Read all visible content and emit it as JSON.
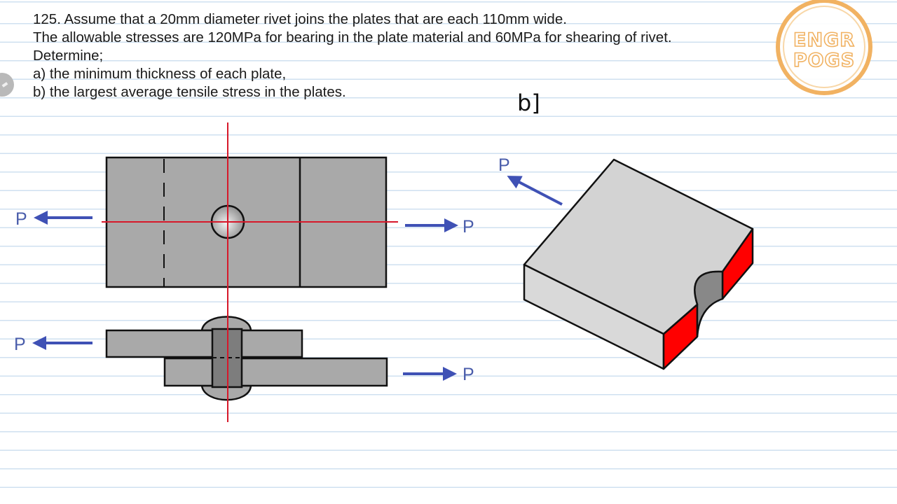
{
  "problem": {
    "line1": "125. Assume that a 20mm diameter rivet joins the plates that are each 110mm wide.",
    "line2": "The allowable stresses are 120MPa for bearing in the plate material and 60MPa for shearing of rivet.",
    "line3": "Determine;",
    "line4": "a) the minimum thickness of each plate,",
    "line5": "b) the largest average tensile stress in the plates."
  },
  "handwritten_note": "b]",
  "force_label": "P",
  "logo": {
    "line1": "ENGR",
    "line2": "POGS"
  },
  "colors": {
    "plate": "#a9a9a9",
    "plate_3d_top": "#d3d3d3",
    "cut_face": "#ff0000",
    "arrow": "#3f51b5",
    "centerline": "#d7182a",
    "logo_ring": "#f1b262"
  }
}
